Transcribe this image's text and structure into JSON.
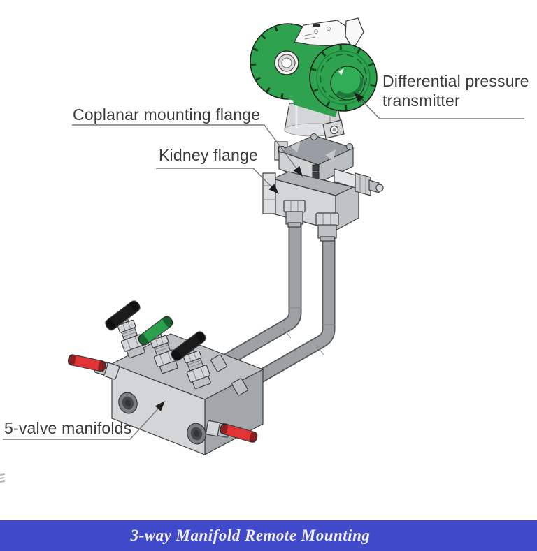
{
  "labels": {
    "coplanar": {
      "text": "Coplanar mounting flange"
    },
    "kidney": {
      "text": "Kidney flange"
    },
    "transmitter": {
      "text": "Differential pressure transmitter"
    },
    "manifold": {
      "text": "5-valve manifolds"
    }
  },
  "caption": {
    "text": "3-way Manifold Remote Mounting"
  },
  "colors": {
    "background": "#ffffff",
    "caption_bar": "#4149cb",
    "caption_text": "#f2f2f2",
    "label_text": "#3a3a3a",
    "leader_line": "#7a7a7a",
    "arrowhead": "#1d1d1d",
    "transmitter_green": "#2ea24f",
    "transmitter_green_bright": "#2fae55",
    "metal_light": "#d3d5d7",
    "metal_mid": "#bec1c4",
    "metal_dark": "#a3a7aa",
    "metal_top": "#989ea3",
    "plate_white": "#f8f8f8",
    "tube_fill": "#9fa2a4",
    "tube_outline": "#53565a",
    "handle_black": "#1b1b1b",
    "handle_green": "#2ba04c",
    "handle_red": "#e23434",
    "outline": "#3c3e40"
  }
}
